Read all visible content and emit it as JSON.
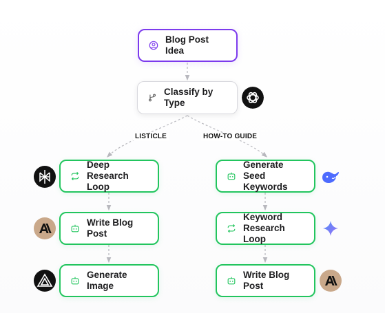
{
  "nodes": {
    "blog_post_idea": "Blog Post Idea",
    "classify_by_type": "Classify by Type",
    "deep_research_loop": "Deep Research Loop",
    "write_blog_post_left": "Write Blog Post",
    "generate_image": "Generate Image",
    "generate_seed_keywords": "Generate Seed Keywords",
    "keyword_research_loop": "Keyword Research Loop",
    "write_blog_post_right": "Write Blog Post"
  },
  "edge_labels": {
    "listicle": "LISTICLE",
    "how_to_guide": "HOW-TO GUIDE"
  },
  "logos": {
    "classify": "openai-logo",
    "deep_research": "perplexity-logo",
    "write_left": "anthropic-logo",
    "generate_image": "flux-logo",
    "seed_keywords": "deepseek-logo",
    "keyword_research": "gemini-logo",
    "write_right": "anthropic-logo"
  },
  "colors": {
    "start_border": "#7c3aed",
    "step_border": "#22c55e",
    "classify_border": "#d9d9de",
    "connector": "#b8b8be"
  }
}
